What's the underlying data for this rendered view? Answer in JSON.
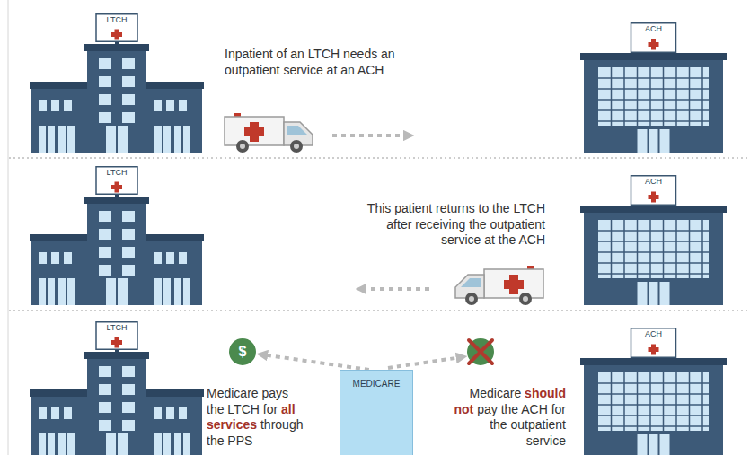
{
  "diagram": {
    "nodes": [
      {
        "text": [
          "LTCH"
        ]
      },
      {
        "text": [
          "ACH"
        ]
      },
      {
        "text": [
          "LTCH"
        ]
      },
      {
        "text": [
          "ACH"
        ]
      },
      {
        "text": [
          "LTCH"
        ]
      },
      {
        "text": [
          "$"
        ]
      },
      {
        "text": [
          "MEDICARE"
        ]
      },
      {
        "text": [
          "ACH"
        ]
      }
    ],
    "edges": [
      {
        "from": 6,
        "to": 5,
        "arrow": "to"
      }
    ],
    "labels": [
      "Inpatient of an LTCH needs an outpatient service at an ACH",
      "This patient returns to the LTCH after receiving the outpatient service at the ACH",
      "Medicare pays the LTCH for",
      "all services",
      "through the PPS",
      "Medicare",
      "should not",
      "pay the ACH for the outpatient service"
    ]
  }
}
